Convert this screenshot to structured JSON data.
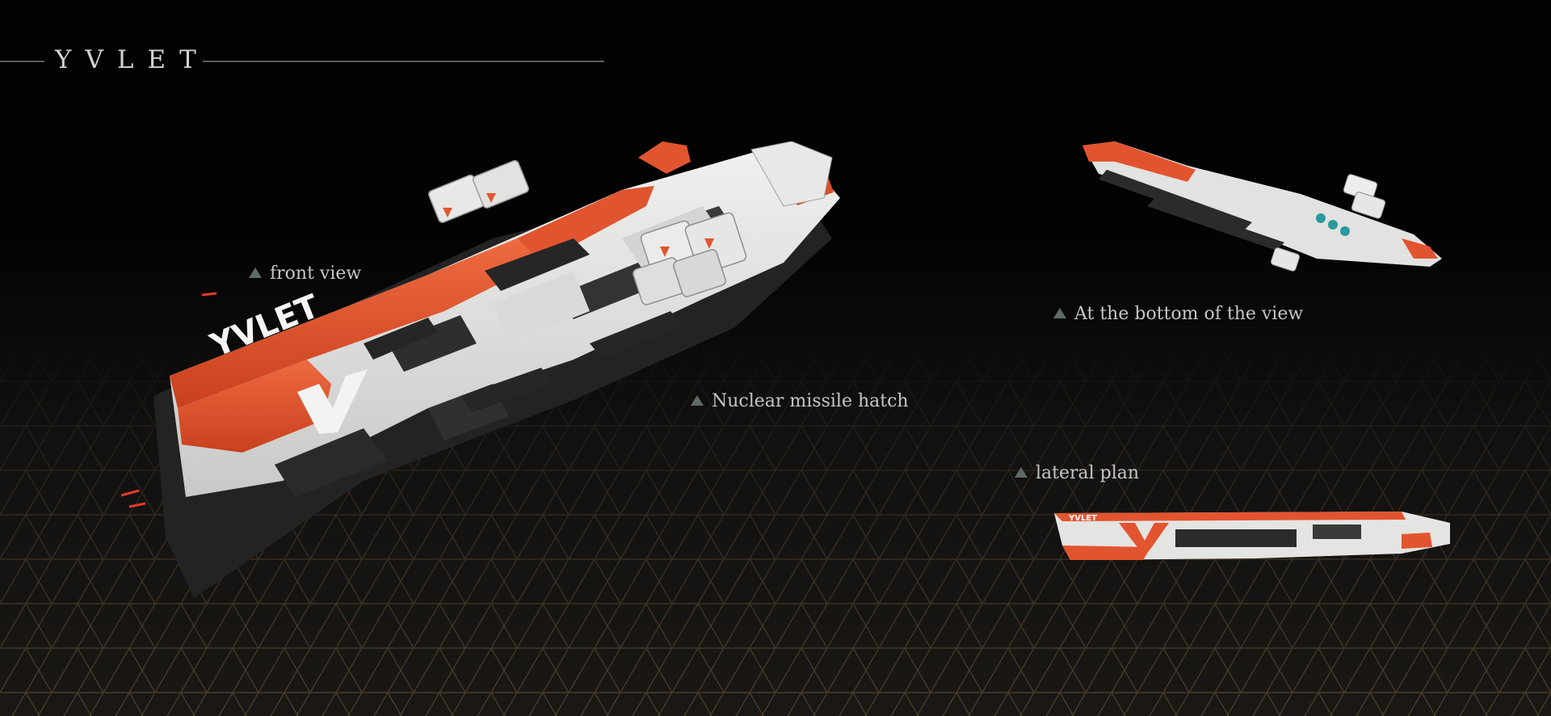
{
  "title": "YVLET",
  "labels": {
    "front_view": "front view",
    "bottom_view": "At the bottom of the view",
    "missile_hatch": "Nuclear missile hatch",
    "lateral_plan": "lateral plan"
  },
  "ship_logo_text": "YVLET",
  "colors": {
    "background": "#030303",
    "hull_white": "#e4e4e2",
    "hull_orange": "#e2542f",
    "hull_dark": "#2b2b2b",
    "pattern_line": "#3a3126",
    "label_text": "#c6c6c6",
    "triangle_marker": "#5e6a68"
  }
}
